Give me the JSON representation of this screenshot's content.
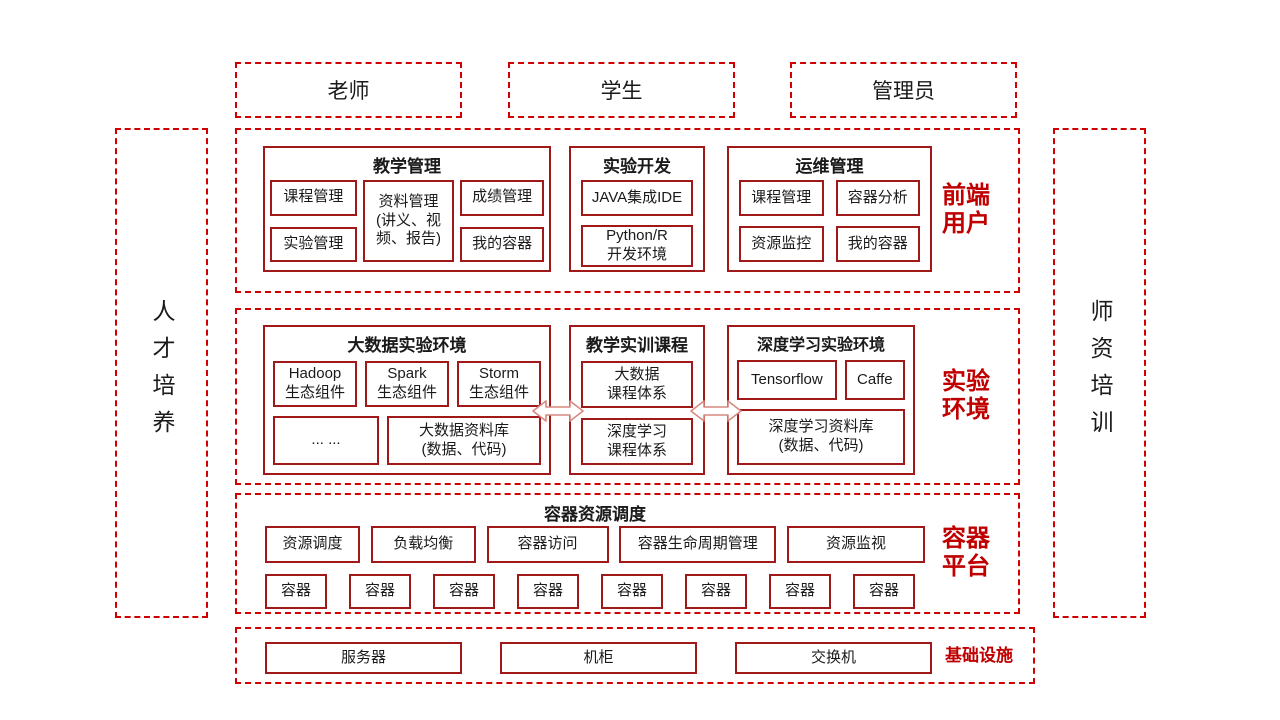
{
  "colors": {
    "dashed_border_red": "#d00000",
    "solid_border_red": "#a01818",
    "label_red": "#c00000",
    "arrow_outline_pink": "#d98880",
    "text_black": "#1a1a1a"
  },
  "top_roles": [
    {
      "label": "老师"
    },
    {
      "label": "学生"
    },
    {
      "label": "管理员"
    }
  ],
  "left_rail": {
    "label": "人才培养"
  },
  "right_rail": {
    "label": "师资培训"
  },
  "frontend_layer": {
    "label": "前端\n用户",
    "teaching": {
      "title": "教学管理",
      "col1": [
        "课程管理",
        "实验管理"
      ],
      "col2": [
        "资料管理\n(讲义、视\n频、报告)"
      ],
      "col3": [
        "成绩管理",
        "我的容器"
      ]
    },
    "dev": {
      "title": "实验开发",
      "items": [
        "JAVA集成IDE",
        "Python/R\n开发环境"
      ]
    },
    "ops": {
      "title": "运维管理",
      "items": [
        "课程管理",
        "容器分析",
        "资源监控",
        "我的容器"
      ]
    }
  },
  "lab_layer": {
    "label": "实验\n环境",
    "bigdata": {
      "title": "大数据实验环境",
      "row1": [
        "Hadoop\n生态组件",
        "Spark\n生态组件",
        "Storm\n生态组件"
      ],
      "row2": [
        "... ...",
        "大数据资料库\n(数据、代码)"
      ]
    },
    "courses": {
      "title": "教学实训课程",
      "items": [
        "大数据\n课程体系",
        "深度学习\n课程体系"
      ]
    },
    "deeplearning": {
      "title": "深度学习实验环境",
      "row1": [
        "Tensorflow",
        "Caffe"
      ],
      "row2": [
        "深度学习资料库\n(数据、代码)"
      ]
    }
  },
  "container_layer": {
    "label": "容器\n平台",
    "title": "容器资源调度",
    "services": [
      "资源调度",
      "负载均衡",
      "容器访问",
      "容器生命周期管理",
      "资源监视"
    ],
    "containers": [
      "容器",
      "容器",
      "容器",
      "容器",
      "容器",
      "容器",
      "容器",
      "容器"
    ]
  },
  "infra_layer": {
    "label": "基础设施",
    "items": [
      "服务器",
      "机柜",
      "交换机"
    ]
  }
}
